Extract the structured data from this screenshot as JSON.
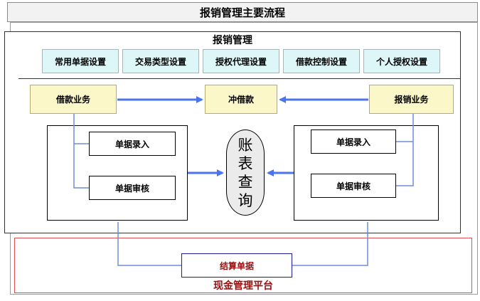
{
  "title": "报销管理主要流程",
  "main_title": "报销管理",
  "settings": [
    "常用单据设置",
    "交易类型设置",
    "授权代理设置",
    "借款控制设置",
    "个人授权设置"
  ],
  "loan_business": "借款业务",
  "offset_loan": "冲借款",
  "reimburse_business": "报销业务",
  "doc_entry": "单据录入",
  "doc_review": "单据审核",
  "query_chars": [
    "账",
    "表",
    "查",
    "询"
  ],
  "settle_doc": "结算单据",
  "cash_platform": "现金管理平台",
  "colors": {
    "arrow": "#4a74f0",
    "connector": "#6d8ed8",
    "settings_fill": "#ddf7f9",
    "business_fill": "#fbf7c9",
    "cash_border": "#e05050",
    "cash_text": "#9a1010"
  }
}
